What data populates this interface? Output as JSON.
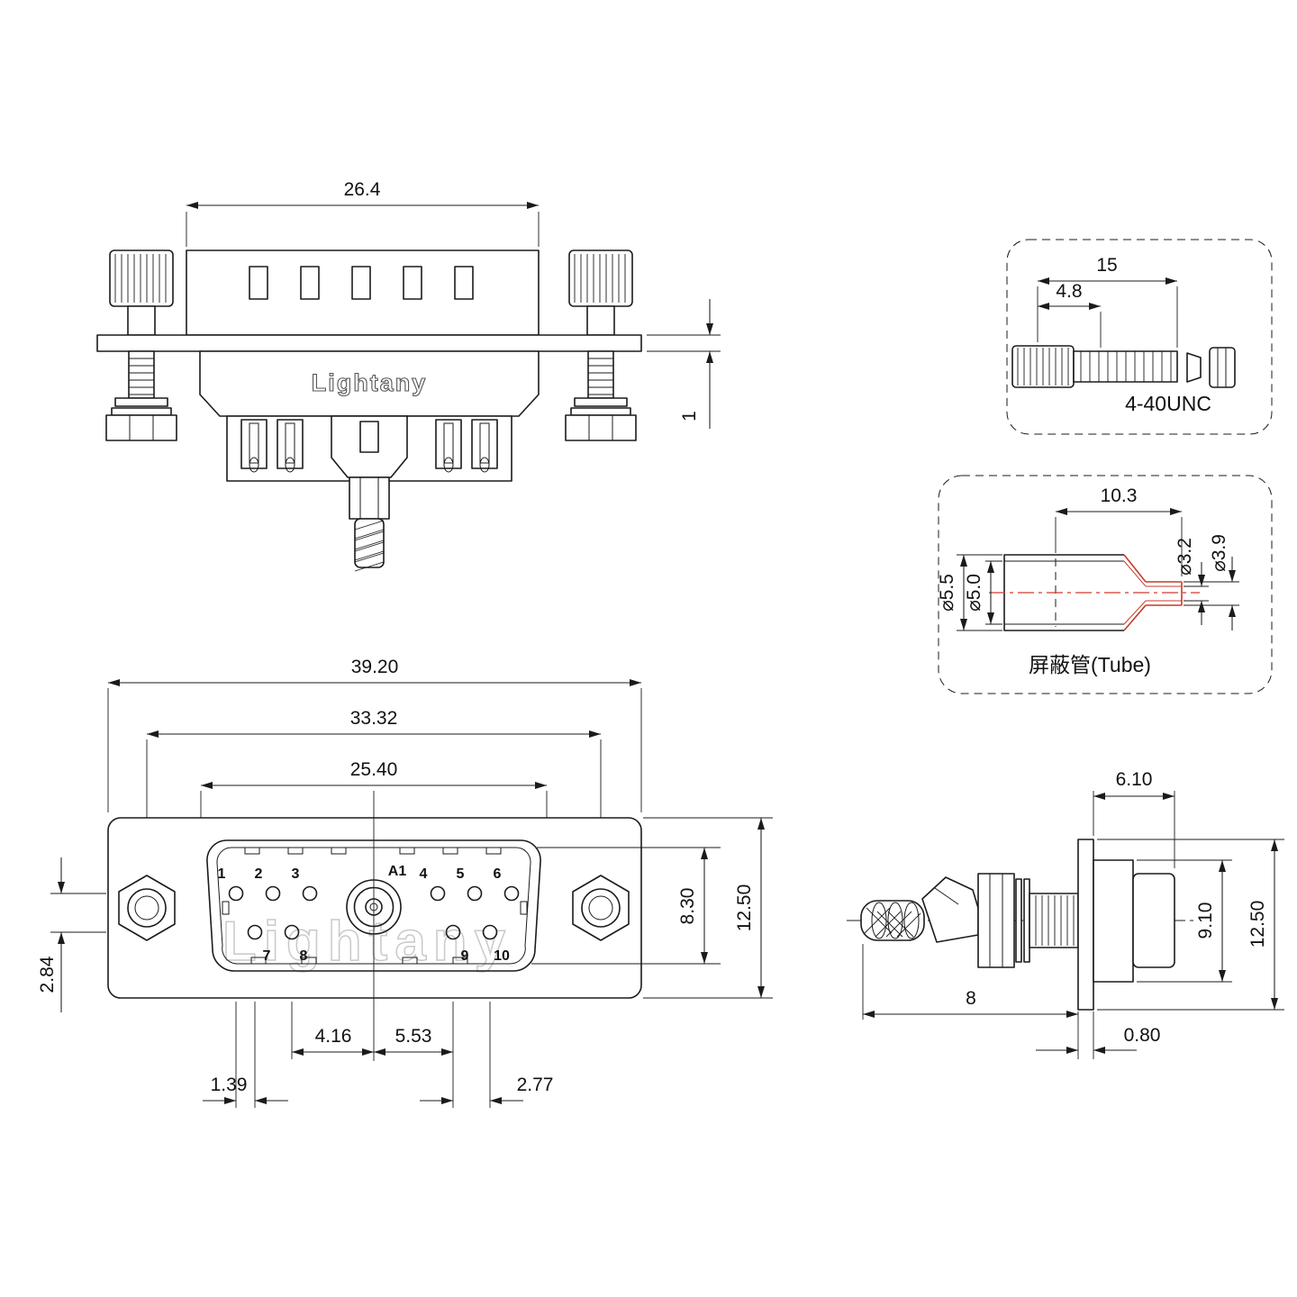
{
  "watermark": "Lightany",
  "rear_view": {
    "dim_width": "26.4",
    "dim_flange_thickness": "1"
  },
  "screw_detail": {
    "dim_total_length": "15",
    "dim_head_length": "4.8",
    "thread_label": "4-40UNC"
  },
  "tube_detail": {
    "dim_length": "10.3",
    "dim_small_inner": "⌀3.2",
    "dim_small_outer": "⌀3.9",
    "dim_large_outer": "⌀5.5",
    "dim_large_inner": "⌀5.0",
    "label": "屏蔽管(Tube)"
  },
  "face_view": {
    "dim_total_width": "39.20",
    "dim_screw_spacing": "33.32",
    "dim_shell_width": "25.40",
    "dim_shell_height": "8.30",
    "dim_total_height": "12.50",
    "dim_row_offset": "2.84",
    "dim_a1_left": "4.16",
    "dim_a1_right": "5.53",
    "dim_pin_stagger": "1.39",
    "dim_pin_pitch": "2.77",
    "pins_top": [
      "1",
      "2",
      "3",
      "A1",
      "4",
      "5",
      "6"
    ],
    "pins_bottom": [
      "7",
      "8",
      "9",
      "10"
    ]
  },
  "side_view": {
    "dim_rear_depth": "6.10",
    "dim_body_dia": "9.10",
    "dim_flange_dia": "12.50",
    "dim_front_depth": "8",
    "dim_flange_thickness": "0.80"
  }
}
